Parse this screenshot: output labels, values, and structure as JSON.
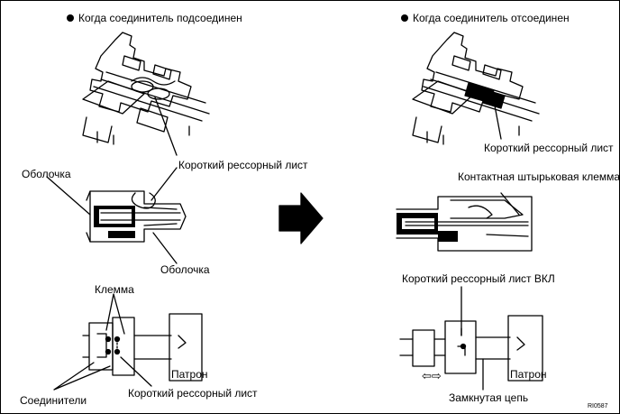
{
  "left": {
    "heading": "Когда соединитель подсоединен",
    "label_short_spring_top": "Короткий рессорный лист",
    "label_sheath_left": "Оболочка",
    "label_sheath_bottom": "Оболочка",
    "label_terminal": "Клемма",
    "label_connectors": "Соединители",
    "label_short_spring_bottom": "Короткий рессорный лист",
    "label_socket": "Патрон"
  },
  "right": {
    "heading": "Когда соединитель отсоединен",
    "label_short_spring_top": "Короткий рессорный лист",
    "label_pin_terminal": "Контактная штырьковая клемма",
    "label_short_spring_on": "Короткий рессорный лист ВКЛ",
    "label_closed_circuit": "Замкнутая цепь",
    "label_socket": "Патрон",
    "arrows_glyph": "⇦⇨"
  },
  "figure_code": "RI0587",
  "icons": {
    "bullet": "filled-circle",
    "transition": "big-right-arrow"
  },
  "colors": {
    "ink": "#000000",
    "paper": "#ffffff"
  }
}
